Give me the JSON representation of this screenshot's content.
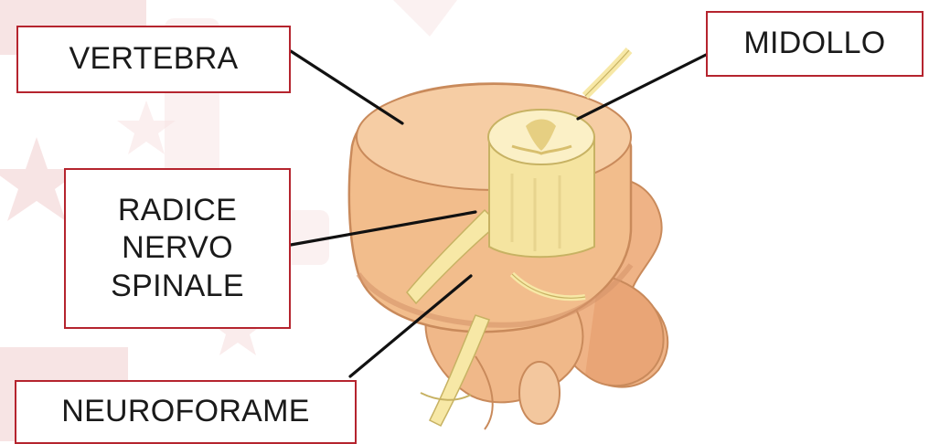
{
  "labels": {
    "vertebra": "VERTEBRA",
    "midollo": "MIDOLLO",
    "radice_lines": [
      "RADICE",
      "NERVO",
      "SPINALE"
    ],
    "neuroforame": "NEUROFORAME"
  },
  "colors": {
    "box_border": "#b5242e",
    "leader_line": "#111111",
    "bone": "#f2bd8c",
    "bone_shadow": "#d48d5c",
    "nerve": "#f7e8a6",
    "watermark": "#f4dada"
  }
}
